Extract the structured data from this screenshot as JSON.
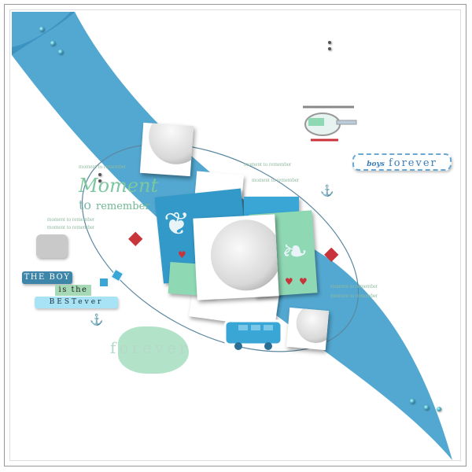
{
  "title_labels": {
    "the_boy": "THE BOY",
    "is_the": "is the",
    "best_ever": "BESTever"
  },
  "tag": {
    "script": "boys",
    "word": "forever"
  },
  "wordart": {
    "moment": "Moment",
    "to": "to",
    "remember": "remember",
    "repeat_line": "moment to remember",
    "forever": "forever"
  },
  "icons": [
    "helicopter-icon",
    "train-icon",
    "bus-icon",
    "anchor-icon",
    "bead-icon",
    "flourish-icon",
    "heart-icon"
  ],
  "colors": {
    "ribbon_blue": "#4aa3cf",
    "paper_blue": "#3399c9",
    "paper_green": "#8fd8b4",
    "label_blue": "#3d86a9",
    "heart_red": "#c8343a"
  }
}
